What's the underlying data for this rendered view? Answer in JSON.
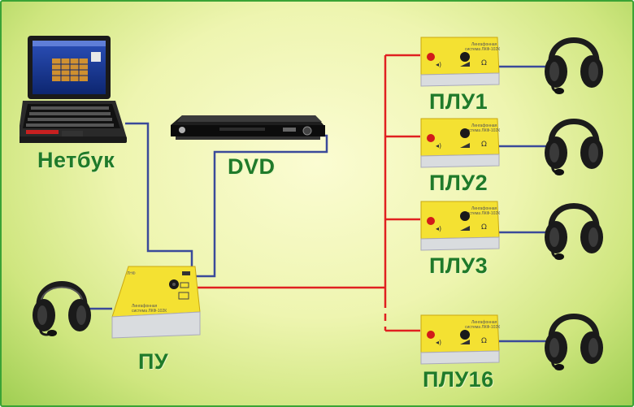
{
  "labels": {
    "netbook": "Нетбук",
    "dvd": "DVD",
    "pu": "ПУ",
    "plu1": "ПЛУ1",
    "plu2": "ПЛУ2",
    "plu3": "ПЛУ3",
    "plu16": "ПЛУ16"
  },
  "colors": {
    "frame_border": "#3aa335",
    "label_text": "#1f7a2a",
    "wire_blue": "#3a4a9a",
    "wire_red": "#e02020",
    "unit_body": "#f4e132"
  }
}
